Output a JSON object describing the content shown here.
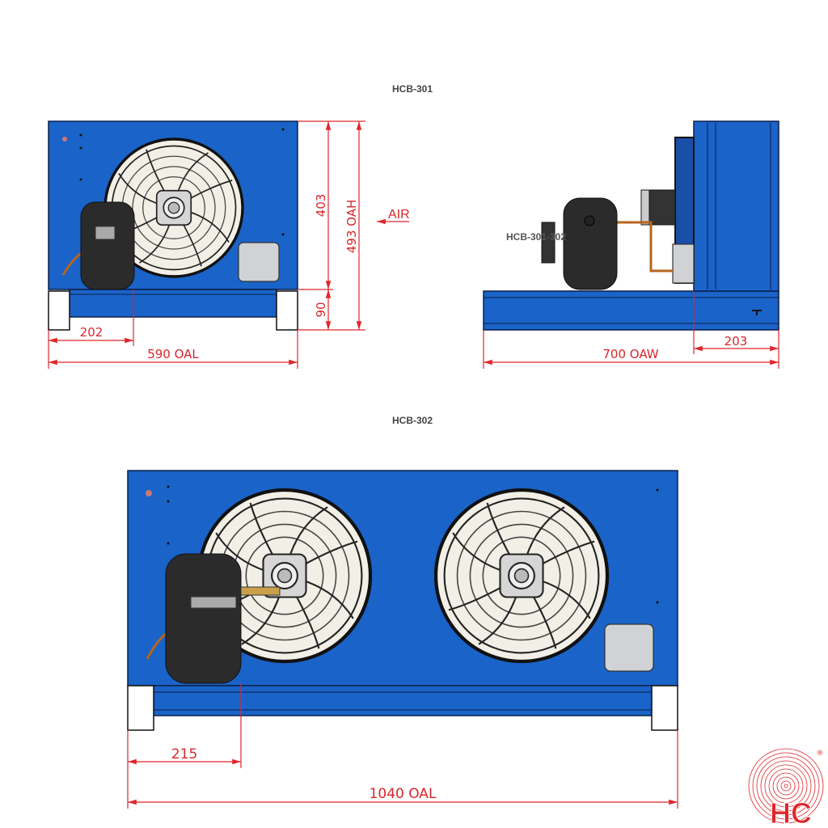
{
  "titles": {
    "top": "HCB-301",
    "side": "HCB-301-302",
    "bottom": "HCB-302"
  },
  "dimensions": {
    "fan_height": "403",
    "base_height": "90",
    "overall_height": "493 OAH",
    "air": "AIR",
    "compressor_offset_301": "202",
    "overall_length_301": "590 OAL",
    "cabinet_depth": "203",
    "overall_width": "700 OAW",
    "compressor_offset_302": "215",
    "overall_length_302": "1040 OAL"
  },
  "logo": {
    "text": "HC",
    "mark": "®"
  },
  "colors": {
    "unit_blue": "#1a63c8",
    "dimension_red": "#e0262b",
    "compressor": "#2b2b2b"
  }
}
